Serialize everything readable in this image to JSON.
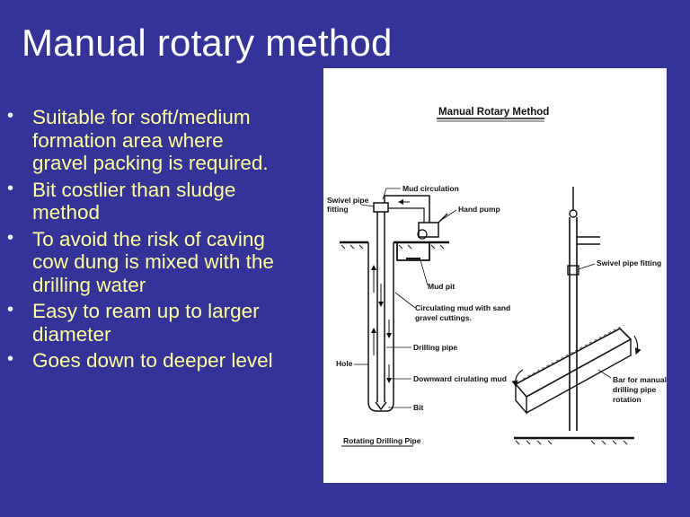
{
  "slide": {
    "title": "Manual rotary method",
    "bullets": [
      "Suitable for soft/medium formation area where gravel packing is required.",
      "Bit costlier than sludge method",
      "To avoid the risk of caving cow dung is mixed with the drilling water",
      "Easy to ream up to larger diameter",
      "Goes down to deeper level"
    ]
  },
  "figure": {
    "title": "Manual Rotary Method",
    "labels": {
      "mud_circulation": "Mud circulation",
      "swivel_pipe_fitting_1": "Swivel pipe",
      "swivel_pipe_fitting_2": "fitting",
      "hand_pump": "Hand pump",
      "mud_pit": "Mud pit",
      "circulating_mud_1": "Circulating mud with sand",
      "circulating_mud_2": "gravel cuttings.",
      "drilling_pipe": "Drilling pipe",
      "hole": "Hole",
      "downward_mud": "Downward cirulating mud",
      "bit": "Bit",
      "rotating_pipe": "Rotating Drilling Pipe",
      "swivel_right": "Swivel pipe fitting",
      "bar_1": "Bar for manual",
      "bar_2": "drilling pipe",
      "bar_3": "rotation"
    }
  }
}
